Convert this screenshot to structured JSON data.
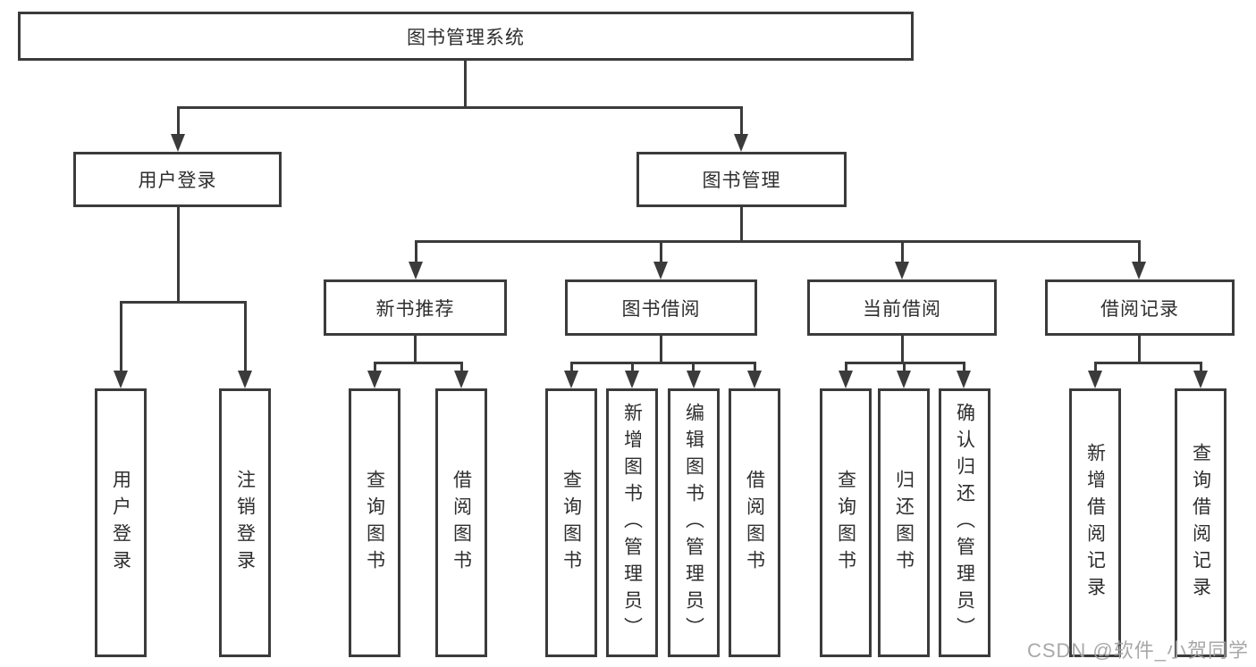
{
  "diagram": {
    "type": "hierarchy-flowchart",
    "tree": {
      "root": {
        "label": "图书管理系统",
        "children": [
          {
            "label": "用户登录",
            "children": [
              {
                "label": "用户登录"
              },
              {
                "label": "注销登录"
              }
            ]
          },
          {
            "label": "图书管理",
            "children": [
              {
                "label": "新书推荐",
                "children": [
                  {
                    "label": "查询图书"
                  },
                  {
                    "label": "借阅图书"
                  }
                ]
              },
              {
                "label": "图书借阅",
                "children": [
                  {
                    "label": "查询图书"
                  },
                  {
                    "label": "新增图书（管理员）"
                  },
                  {
                    "label": "编辑图书（管理员）"
                  },
                  {
                    "label": "借阅图书"
                  }
                ]
              },
              {
                "label": "当前借阅",
                "children": [
                  {
                    "label": "查询图书"
                  },
                  {
                    "label": "归还图书"
                  },
                  {
                    "label": "确认归还（管理员）"
                  }
                ]
              },
              {
                "label": "借阅记录",
                "children": [
                  {
                    "label": "新增借阅记录"
                  },
                  {
                    "label": "查询借阅记录"
                  }
                ]
              }
            ]
          }
        ]
      }
    },
    "colors": {
      "line": "#3b3b3b",
      "border": "#3b3b3b",
      "text": "#2e2e2e",
      "background": "#ffffff",
      "watermark_text": "#a3a3a3"
    }
  },
  "watermark": {
    "text": "CSDN @软件_小贺同学"
  }
}
